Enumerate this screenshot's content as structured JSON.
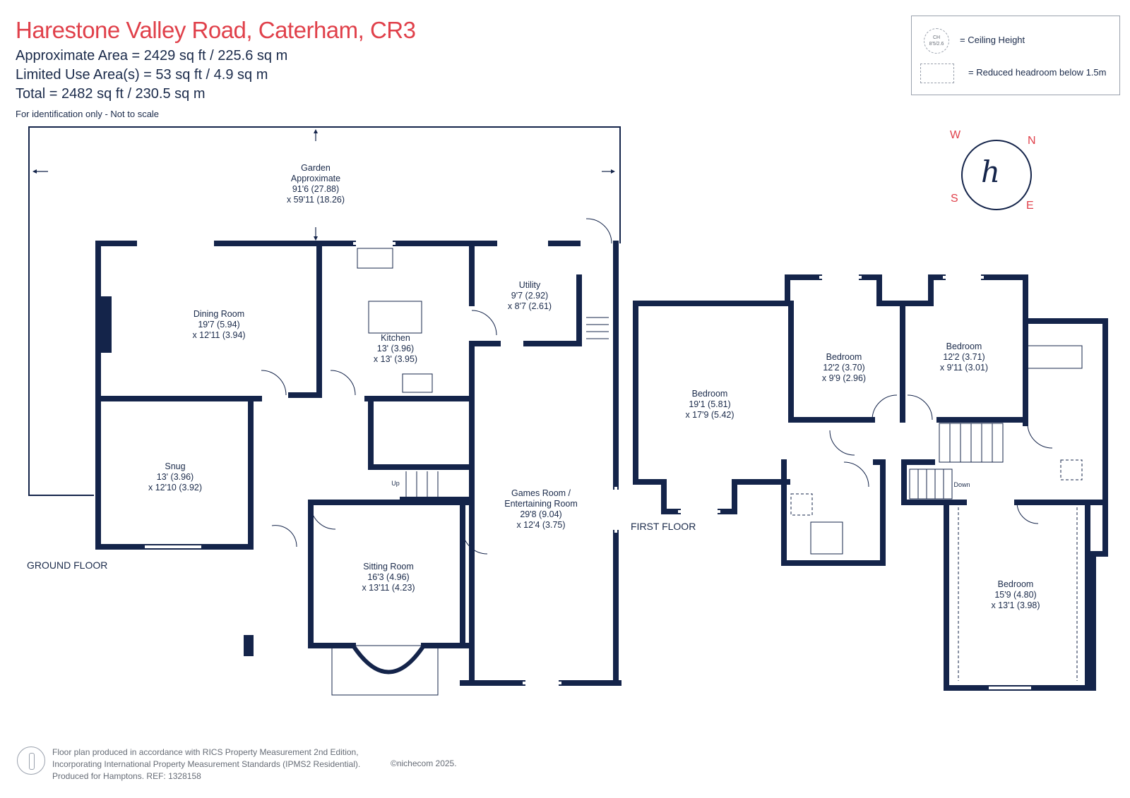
{
  "header": {
    "title": "Harestone Valley Road, Caterham, CR3",
    "area_line": "Approximate Area = 2429 sq ft / 225.6 sq m",
    "limited_line": "Limited Use Area(s) = 53 sq ft / 4.9 sq m",
    "total_line": "Total = 2482 sq ft / 230.5 sq m",
    "disclaimer": "For identification only - Not to scale"
  },
  "legend": {
    "ceiling_icon_top": "CH",
    "ceiling_icon_bottom": "8'5/2.6",
    "ceiling_label": "= Ceiling Height",
    "reduced_label": "= Reduced headroom below 1.5m"
  },
  "compass": {
    "w": "W",
    "n": "N",
    "s": "S",
    "e": "E"
  },
  "colors": {
    "wall": "#14244a",
    "accent": "#e0404a",
    "text": "#1a2a4a",
    "muted": "#666c76"
  },
  "ground_floor": {
    "label": "GROUND FLOOR",
    "up_label": "Up",
    "rooms": {
      "garden": [
        "Garden",
        "Approximate",
        "91'6 (27.88)",
        "x 59'11 (18.26)"
      ],
      "dining": [
        "Dining Room",
        "19'7 (5.94)",
        "x 12'11 (3.94)"
      ],
      "kitchen": [
        "Kitchen",
        "13' (3.96)",
        "x 13' (3.95)"
      ],
      "utility": [
        "Utility",
        "9'7 (2.92)",
        "x 8'7 (2.61)"
      ],
      "snug": [
        "Snug",
        "13' (3.96)",
        "x 12'10 (3.92)"
      ],
      "games": [
        "Games Room /",
        "Entertaining Room",
        "29'8 (9.04)",
        "x 12'4 (3.75)"
      ],
      "sitting": [
        "Sitting Room",
        "16'3 (4.96)",
        "x 13'11 (4.23)"
      ]
    }
  },
  "first_floor": {
    "label": "FIRST FLOOR",
    "down_label": "Down",
    "rooms": {
      "bedroom1": [
        "Bedroom",
        "19'1 (5.81)",
        "x 17'9 (5.42)"
      ],
      "bedroom2": [
        "Bedroom",
        "12'2 (3.70)",
        "x 9'9 (2.96)"
      ],
      "bedroom3": [
        "Bedroom",
        "12'2 (3.71)",
        "x 9'11 (3.01)"
      ],
      "bedroom4": [
        "Bedroom",
        "15'9 (4.80)",
        "x 13'1 (3.98)"
      ]
    }
  },
  "footer": {
    "line1": "Floor plan produced in accordance with RICS Property Measurement 2nd Edition,",
    "line2": "Incorporating International Property Measurement Standards (IPMS2 Residential).",
    "line3": "Produced for Hamptons.   REF:  1328158",
    "copyright": "©nichecom 2025."
  }
}
